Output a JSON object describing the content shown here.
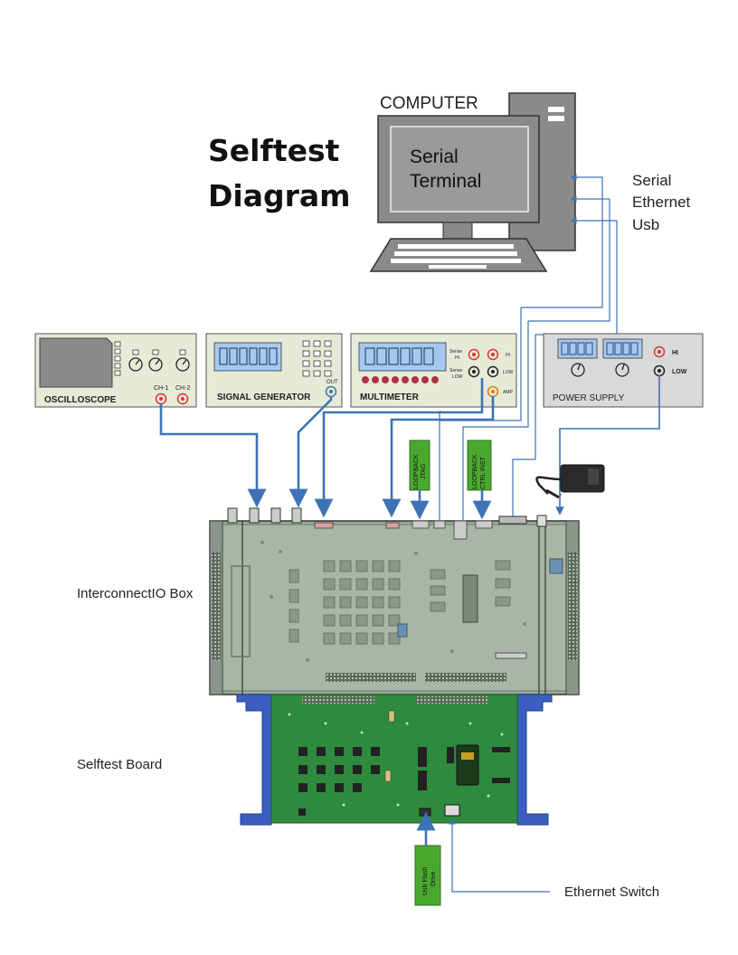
{
  "title": {
    "line1": "Selftest",
    "line2": "Diagram"
  },
  "computer": {
    "label": "COMPUTER",
    "screen_line1": "Serial",
    "screen_line2": "Terminal"
  },
  "connections": {
    "serial": "Serial",
    "ethernet": "Ethernet",
    "usb": "Usb"
  },
  "instruments": {
    "oscilloscope": {
      "label": "OSCILLOSCOPE",
      "ch1": "CH-1",
      "ch2": "CH-2"
    },
    "signal_generator": {
      "label": "SIGNAL GENERATOR",
      "out": "OUT"
    },
    "multimeter": {
      "label": "MULTIMETER",
      "sense_hi_1": "Sense",
      "sense_hi_2": "HI",
      "sense_low_1": "Sense",
      "sense_low_2": "LOW",
      "hi": "HI",
      "low": "LOW",
      "amp": "AMP"
    },
    "power_supply": {
      "label": "POWER SUPPLY",
      "hi": "HI",
      "low": "LOW"
    }
  },
  "loopbacks": {
    "jtag_line1": "LOOPBACK",
    "jtag_line2": "JTAG",
    "ctrl_line1": "LOOPBACK",
    "ctrl_line2": "CTRL INST"
  },
  "boxes": {
    "interconnect": "InterconnectIO Box",
    "selftest": "Selftest Board"
  },
  "usb_flash": {
    "line1": "Usb Flash",
    "line2": "Drive"
  },
  "ethernet_switch": "Ethernet Switch",
  "colors": {
    "wire_blue": "#3d73b5",
    "pcb_green": "#2e8b3e",
    "module_green": "#4aa82e",
    "panel_bg": "#e6ebd8",
    "lcd_blue": "#a6c8ee"
  }
}
